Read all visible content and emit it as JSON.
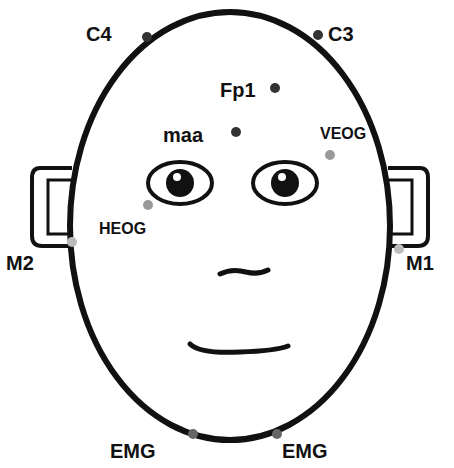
{
  "diagram": {
    "labels": [
      "C4",
      "C3",
      "Fp1",
      "maa",
      "VEOG",
      "HEOG",
      "M2",
      "M1",
      "EMG",
      "EMG"
    ]
  }
}
